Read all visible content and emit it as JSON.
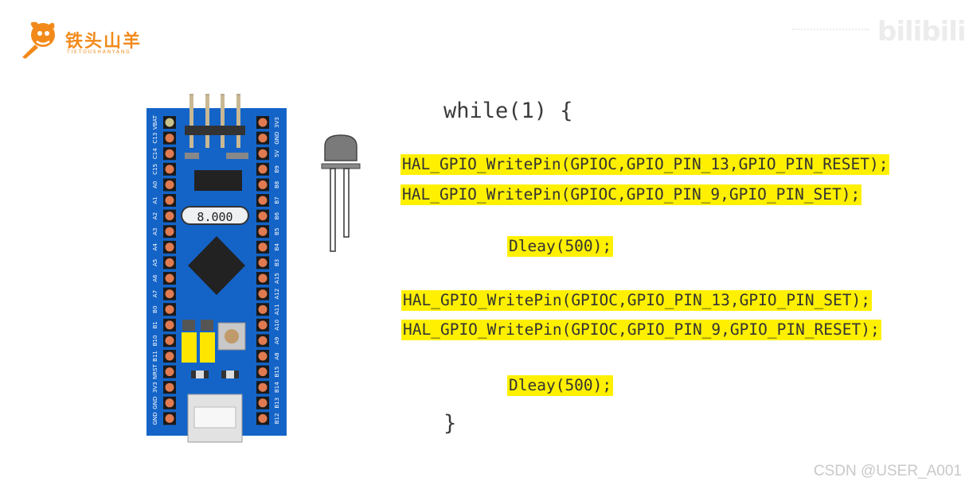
{
  "brand": {
    "name": "铁头山羊",
    "subtitle": "TIETOUSHANYANG",
    "color": "#f28a1b"
  },
  "watermarks": {
    "bilibili": "bilibili",
    "csdn": "CSDN @USER_A001"
  },
  "board": {
    "crystal_label": "8.000",
    "left_pins": [
      "VBAT",
      "C13",
      "C14",
      "C15",
      "A0",
      "A1",
      "A2",
      "A3",
      "A4",
      "A5",
      "A6",
      "A7",
      "B0",
      "B1",
      "B10",
      "B11",
      "NRST",
      "3V3",
      "GND",
      "GND"
    ],
    "right_pins": [
      "3V3",
      "GND",
      "5V",
      "B9",
      "B8",
      "B7",
      "B6",
      "B5",
      "B4",
      "B3",
      "A15",
      "A12",
      "A11",
      "A10",
      "A9",
      "A8",
      "B15",
      "B14",
      "B13",
      "B12"
    ],
    "pcb_color": "#1464c8"
  },
  "code": {
    "open": "while(1) {",
    "lines": [
      "HAL_GPIO_WritePin(GPIOC,GPIO_PIN_13,GPIO_PIN_RESET);",
      "HAL_GPIO_WritePin(GPIOC,GPIO_PIN_9,GPIO_PIN_SET);",
      "Dleay(500);",
      "HAL_GPIO_WritePin(GPIOC,GPIO_PIN_13,GPIO_PIN_SET);",
      "HAL_GPIO_WritePin(GPIOC,GPIO_PIN_9,GPIO_PIN_RESET);",
      "Dleay(500);"
    ],
    "close": "}",
    "highlight_color": "#fff000"
  }
}
